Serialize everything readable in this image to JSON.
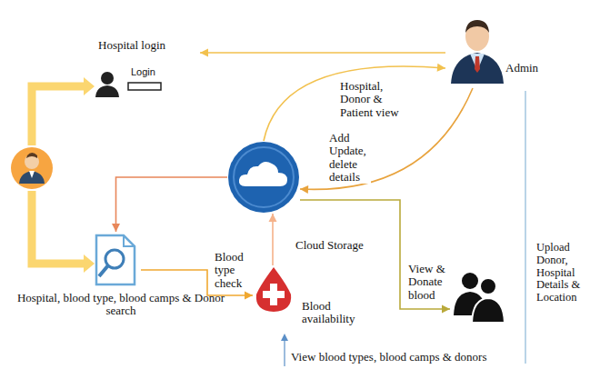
{
  "diagram": {
    "nodes": [
      {
        "text": [
          "Hospital login",
          "Login"
        ]
      },
      {
        "text": [
          "Admin"
        ]
      },
      {
        "text": [
          "Cloud Storage"
        ]
      },
      {
        "text": [
          "Hospital, blood type, blood camps & Donor search"
        ]
      },
      {
        "text": [
          "Blood type check",
          "Blood availability"
        ]
      },
      {
        "text": [
          "View & Donate blood"
        ]
      }
    ],
    "edges": [
      {
        "from": 1,
        "to": 0,
        "arrow": "to"
      },
      {
        "from": 2,
        "to": 1,
        "label": "Hospital, Donor & Patient view",
        "arrow": "to"
      },
      {
        "from": 1,
        "to": 2,
        "label": "Add Update, delete details",
        "arrow": "to"
      },
      {
        "from": 2,
        "to": 3,
        "arrow": "to"
      },
      {
        "from": 3,
        "to": 4,
        "arrow": "to"
      },
      {
        "from": 4,
        "to": 2,
        "arrow": "to"
      },
      {
        "from": 2,
        "to": 5,
        "arrow": "to"
      }
    ],
    "labels": [
      "Upload Donor, Hospital Details & Location",
      "View blood types, blood camps & donors"
    ]
  }
}
